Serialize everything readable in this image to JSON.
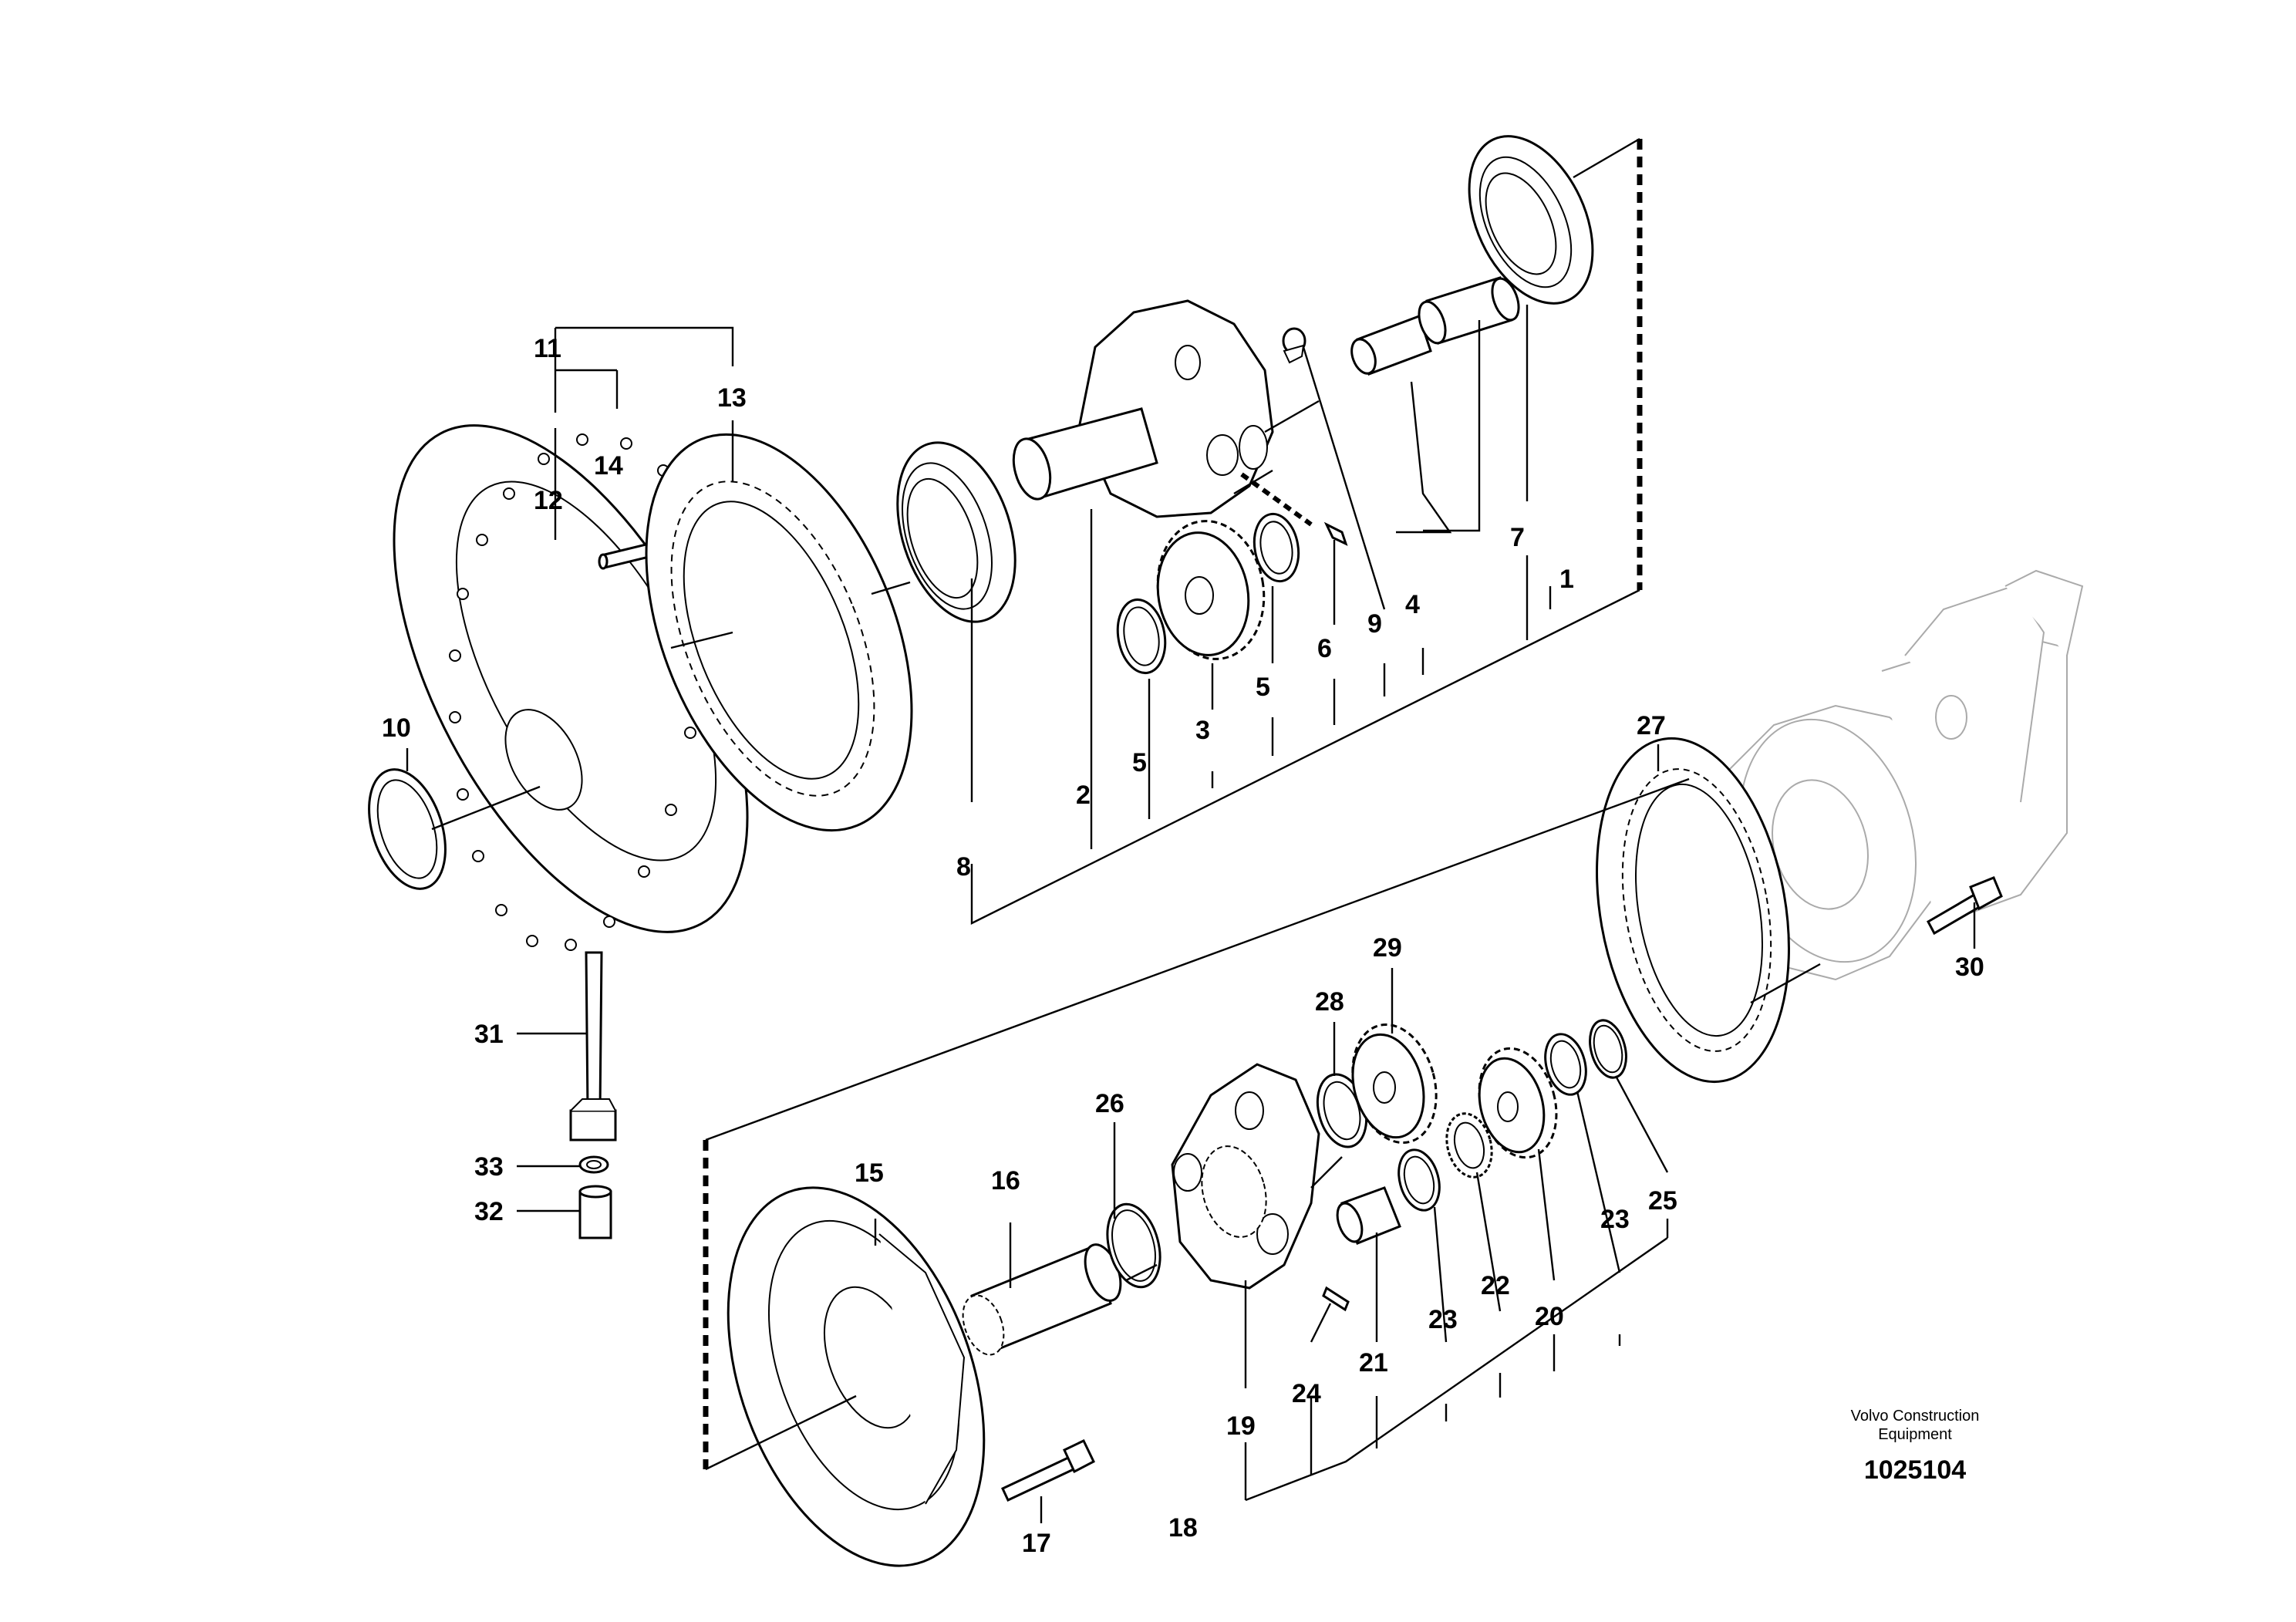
{
  "labels": {
    "l1": "1",
    "l2": "2",
    "l3": "3",
    "l4": "4",
    "l5a": "5",
    "l5b": "5",
    "l6": "6",
    "l7": "7",
    "l8": "8",
    "l9": "9",
    "l10": "10",
    "l11": "11",
    "l12": "12",
    "l13": "13",
    "l14": "14",
    "l15": "15",
    "l16": "16",
    "l17": "17",
    "l18": "18",
    "l19": "19",
    "l20": "20",
    "l21": "21",
    "l22": "22",
    "l23a": "23",
    "l23b": "23",
    "l24": "24",
    "l25": "25",
    "l26": "26",
    "l27": "27",
    "l28": "28",
    "l29": "29",
    "l30": "30",
    "l31": "31",
    "l32": "32",
    "l33": "33"
  },
  "credit": {
    "line1": "Volvo Construction",
    "line2": "Equipment",
    "number": "1025104"
  }
}
